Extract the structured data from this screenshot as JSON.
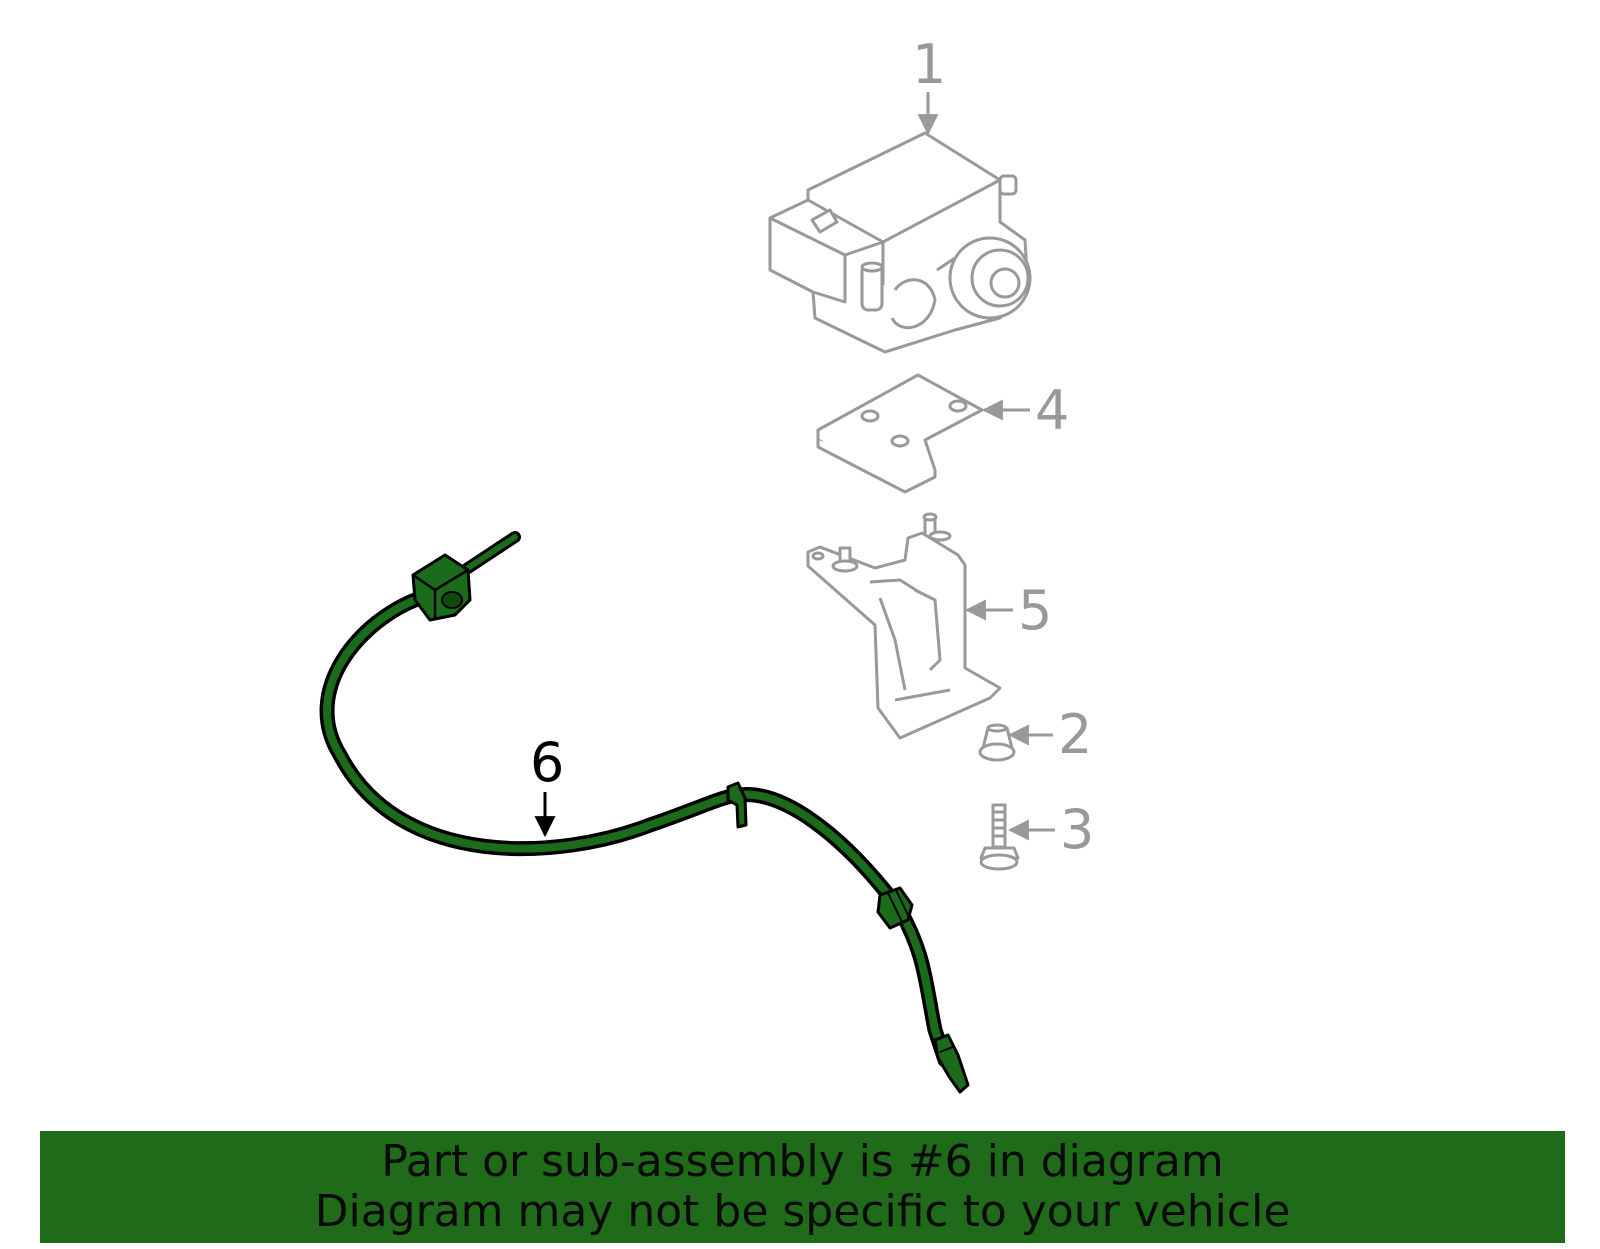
{
  "diagram": {
    "callouts": [
      {
        "id": "1",
        "label": "1"
      },
      {
        "id": "2",
        "label": "2"
      },
      {
        "id": "3",
        "label": "3"
      },
      {
        "id": "4",
        "label": "4"
      },
      {
        "id": "5",
        "label": "5"
      },
      {
        "id": "6",
        "label": "6"
      }
    ],
    "highlight_part": "6"
  },
  "banner": {
    "line1": "Part or sub-assembly is #6 in diagram",
    "line2": "Diagram may not be specific to your vehicle"
  },
  "colors": {
    "part_fill": "#1a6b1a",
    "part_outline": "#000000",
    "other_parts": "#999999",
    "banner_bg": "#1f6b1a",
    "banner_text": "#0a0a0a"
  }
}
